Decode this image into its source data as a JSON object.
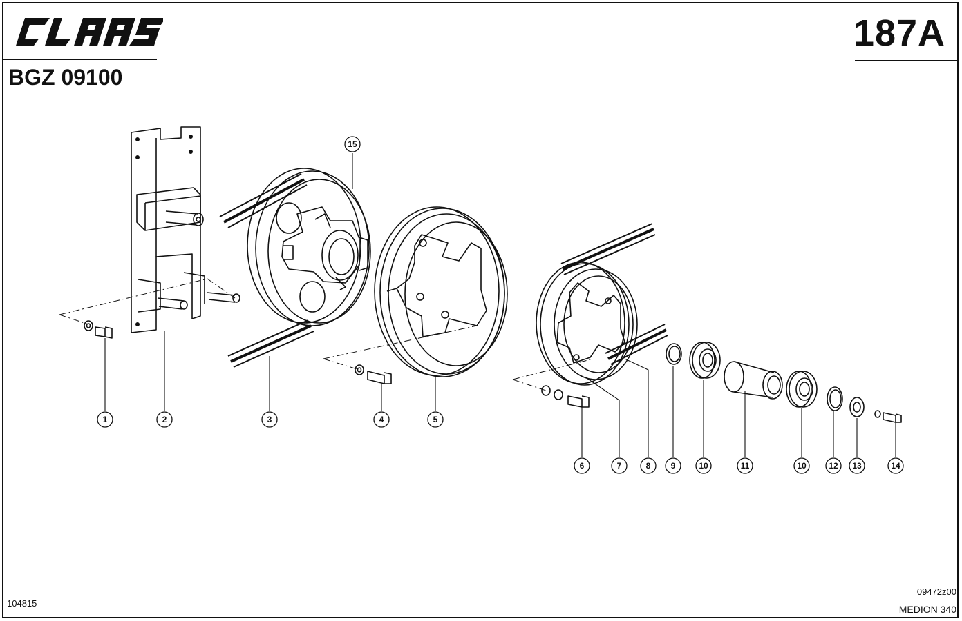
{
  "header": {
    "brand": "CLAAS",
    "page_number": "187A",
    "group_code": "BGZ 09100"
  },
  "callouts": [
    "1",
    "2",
    "3",
    "4",
    "5",
    "6",
    "7",
    "8",
    "9",
    "10",
    "11",
    "10",
    "12",
    "13",
    "14",
    "15"
  ],
  "footer": {
    "left_code": "104815",
    "right_code": "09472z00",
    "model": "MEDION 340"
  }
}
